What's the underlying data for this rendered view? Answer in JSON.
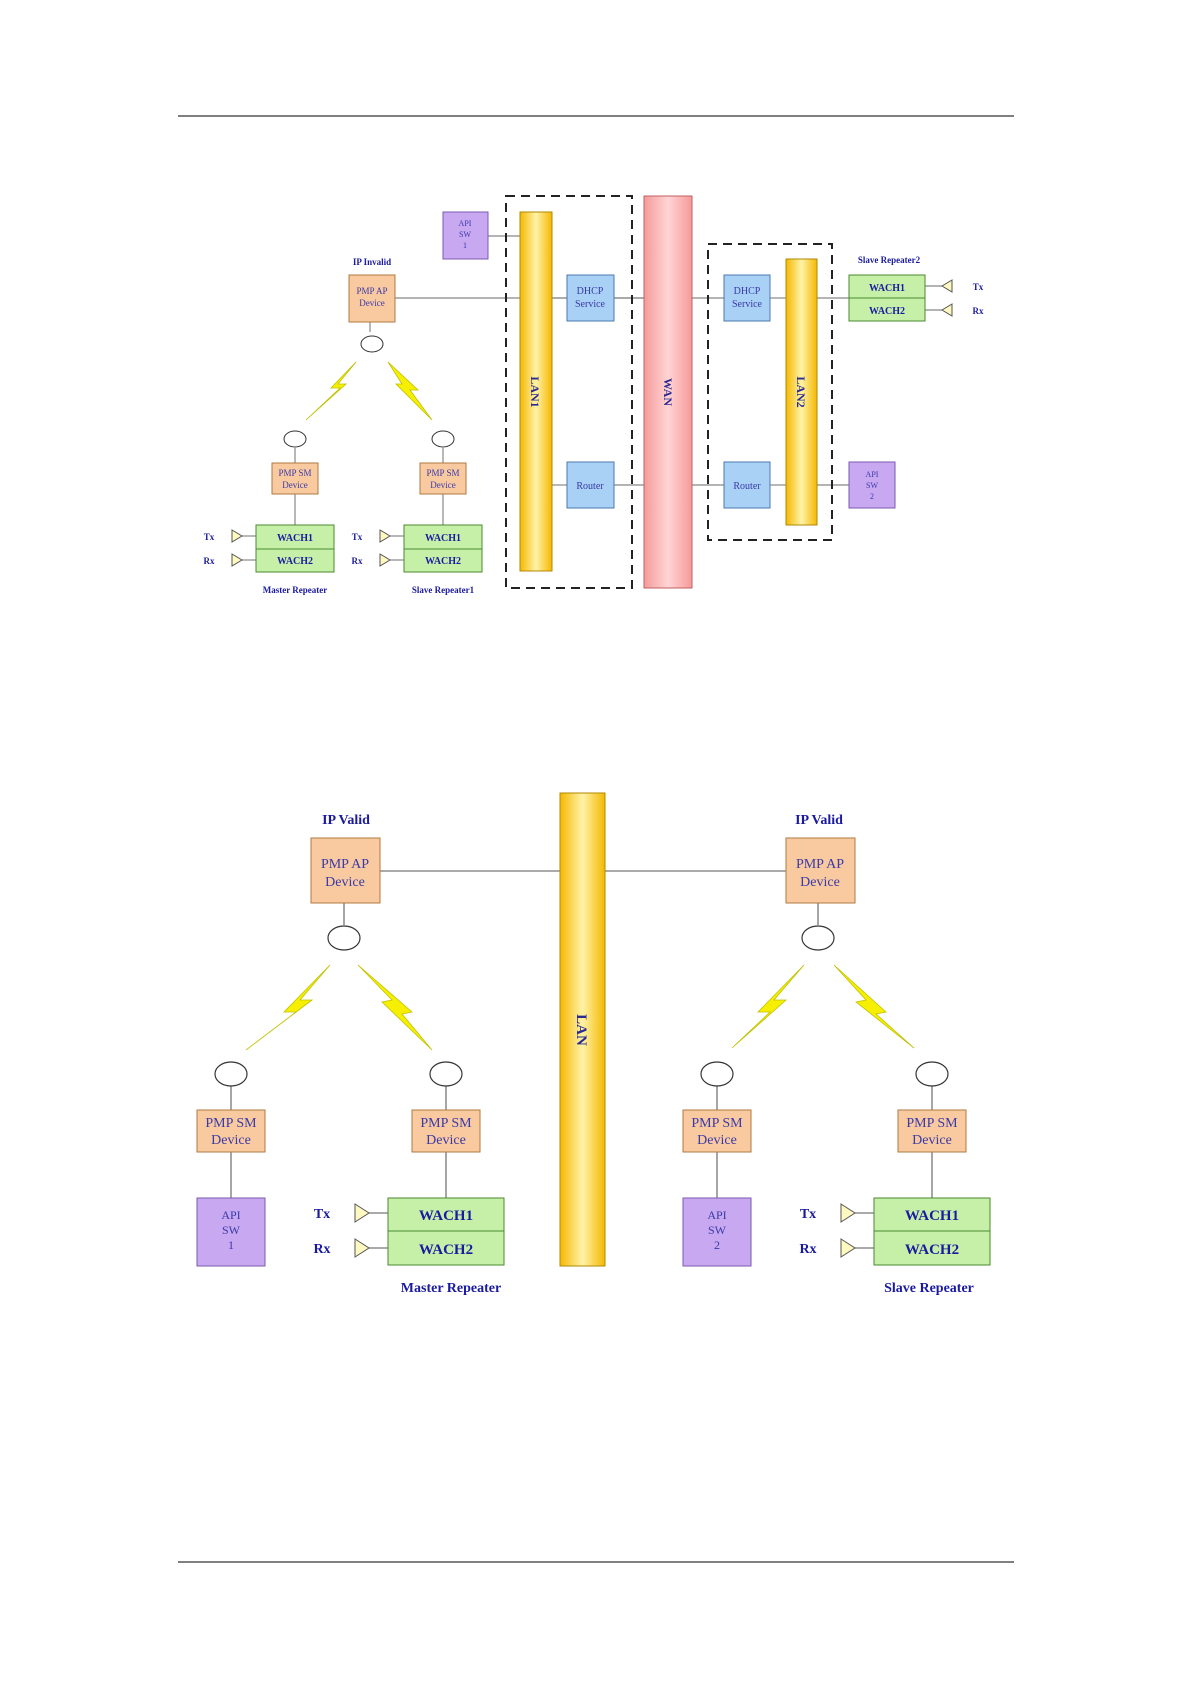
{
  "diagram1": {
    "ip_label": "IP Invalid",
    "pmp_ap": [
      "PMP AP",
      "Device"
    ],
    "pmp_sm": [
      "PMP SM",
      "Device"
    ],
    "api_sw1": [
      "API",
      "SW",
      "1"
    ],
    "api_sw2": [
      "API",
      "SW",
      "2"
    ],
    "dhcp": [
      "DHCP",
      "Service"
    ],
    "router": "Router",
    "lan1": "LAN1",
    "lan2": "LAN2",
    "wan": "WAN",
    "wach1": "WACH1",
    "wach2": "WACH2",
    "tx": "Tx",
    "rx": "Rx",
    "master_repeater": "Master Repeater",
    "slave_repeater1": "Slave Repeater1",
    "slave_repeater2": "Slave Repeater2"
  },
  "diagram2": {
    "ip_label": "IP Valid",
    "pmp_ap": [
      "PMP AP",
      "Device"
    ],
    "pmp_sm": [
      "PMP SM",
      "Device"
    ],
    "api_sw1": [
      "API",
      "SW",
      "1"
    ],
    "api_sw2": [
      "API",
      "SW",
      "2"
    ],
    "lan": "LAN",
    "wach1": "WACH1",
    "wach2": "WACH2",
    "tx": "Tx",
    "rx": "Rx",
    "master_repeater": "Master Repeater",
    "slave_repeater": "Slave Repeater"
  },
  "colors": {
    "orange_box": "#f9c9a0",
    "blue_box": "#a9d0f5",
    "purple_box": "#c8a8f0",
    "green_box": "#c6f0a8",
    "lan_bar": "#f8c93a",
    "wan_bar": "#f6a6a6",
    "label_blue": "#1a1aa0"
  }
}
